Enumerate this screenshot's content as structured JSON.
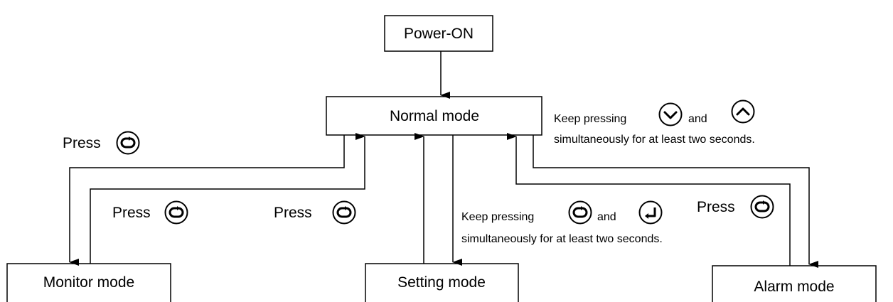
{
  "boxes": {
    "power_on": "Power-ON",
    "normal_mode": "Normal mode",
    "monitor_mode": "Monitor mode",
    "setting_mode": "Setting mode",
    "alarm_mode": "Alarm mode"
  },
  "labels": {
    "press_normal_to_monitor": "Press",
    "press_monitor_to_normal": "Press",
    "press_setting_to_normal": "Press",
    "press_normal_to_alarm": "Press"
  },
  "notes": {
    "alarm_entry_line1_prefix": "Keep pressing",
    "alarm_entry_line1_and": "and",
    "alarm_entry_line2": "simultaneously for at least two seconds.",
    "setting_entry_line1_prefix": "Keep pressing",
    "setting_entry_line1_and": "and",
    "setting_entry_line2": "simultaneously for at least two seconds."
  },
  "icons": {
    "mode_key": "mode-cycle-icon",
    "down_key": "chevron-down-icon",
    "up_key": "chevron-up-icon",
    "enter_key": "enter-icon"
  },
  "colors": {
    "line": "#000000",
    "background": "#ffffff"
  }
}
